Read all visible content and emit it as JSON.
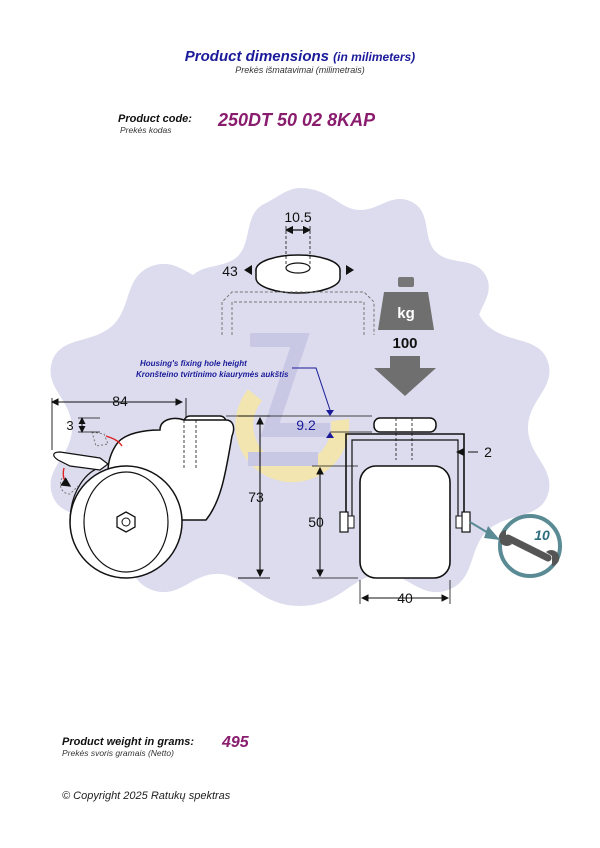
{
  "header": {
    "title": "Product dimensions",
    "title_paren": "(in milimeters)",
    "subtitle": "Prekės išmatavimai (milimetrais)"
  },
  "product": {
    "code_label": "Product code:",
    "code_sublabel": "Prekės kodas",
    "code_value": "250DT 50 02 8KAP"
  },
  "drawing": {
    "hole_diameter": "10.5",
    "plate_diameter": "43",
    "load_unit": "kg",
    "load_value": "100",
    "housing_note_en": "Housing's fixing hole height",
    "housing_note_lt": "Kronšteino tvirtinimo kiaurymės aukštis",
    "swivel_radius": "84",
    "brake_height": "3",
    "hole_height": "9.2",
    "bracket_thickness": "2",
    "total_height": "73",
    "wheel_diameter": "50",
    "wheel_width": "40",
    "wrench_size": "10"
  },
  "weight": {
    "label": "Product weight in grams:",
    "sublabel": "Prekės svoris gramais (Netto)",
    "value": "495"
  },
  "footer": {
    "copyright": "© Copyright 2025 Ratukų spektras"
  },
  "colors": {
    "title": "#1a1a9a",
    "accent": "#8a1c6e",
    "gear_bg": "#dcdcee",
    "arrow": "#6f6f6f",
    "wrench_ring": "#5a8a94",
    "logo_yellow": "#f4e6a8"
  }
}
